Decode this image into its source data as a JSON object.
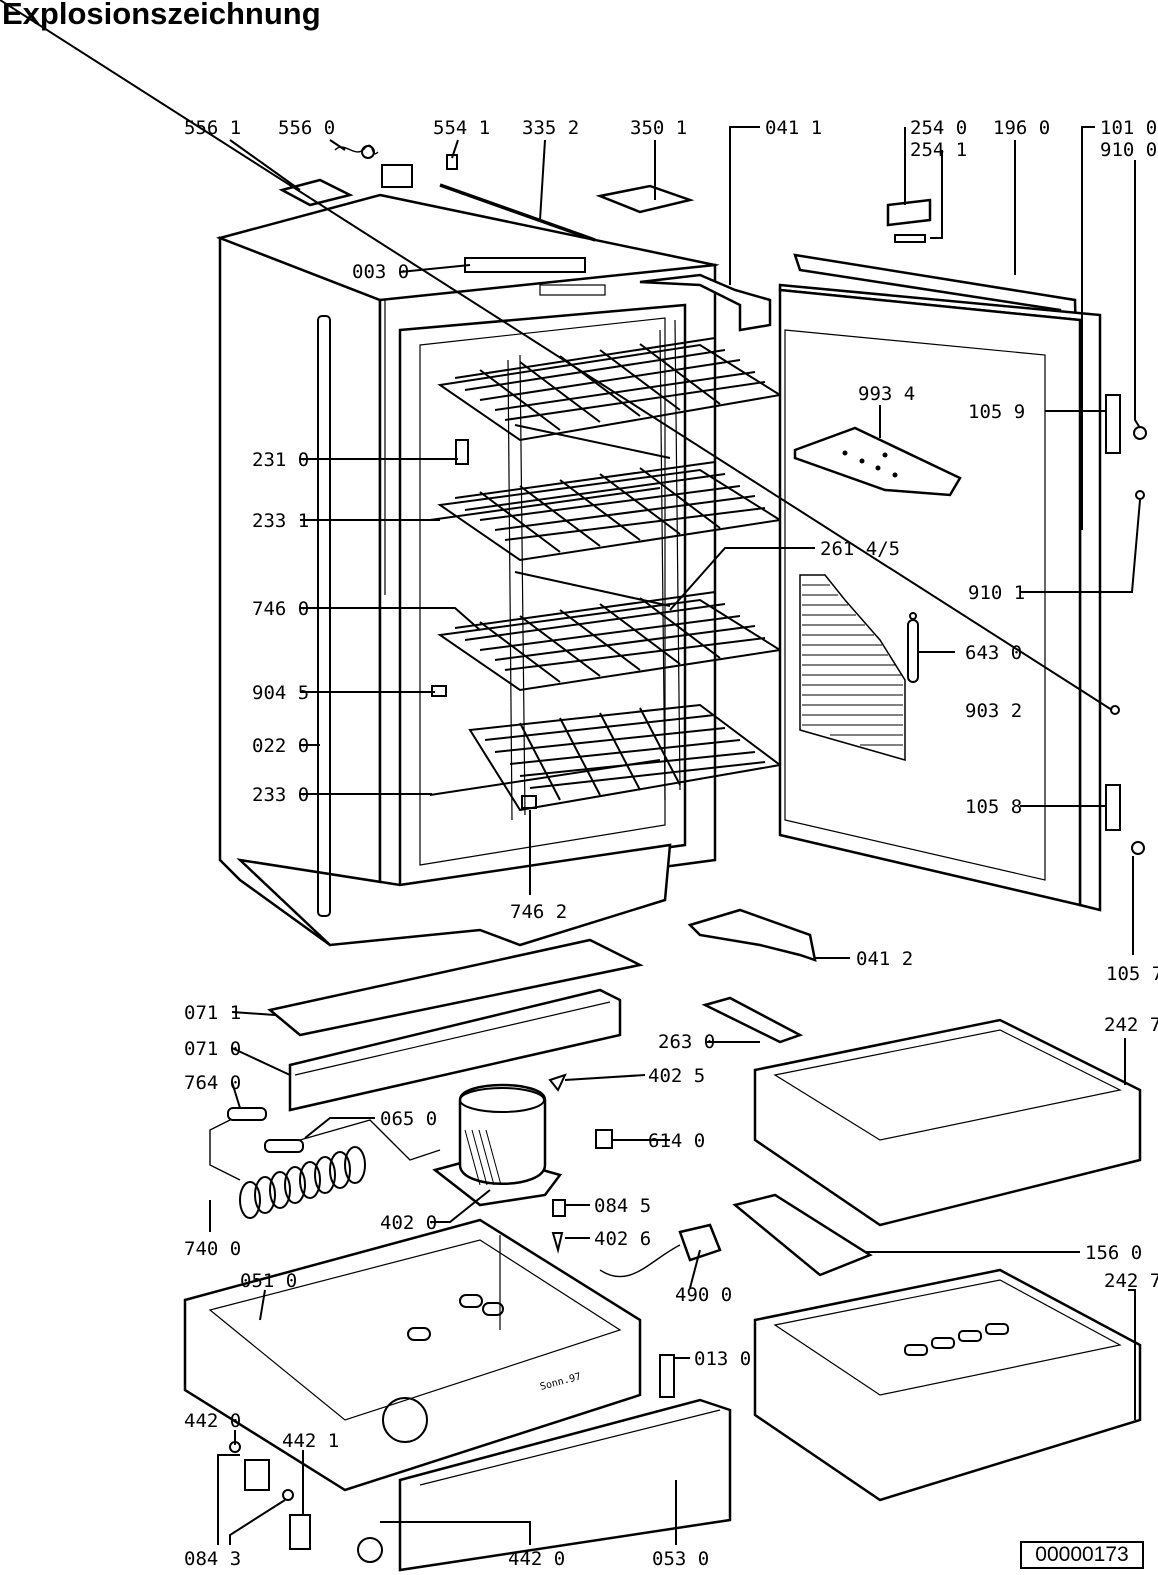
{
  "title": "Explosionszeichnung",
  "document_number": "00000173",
  "signature": "Sonn.97",
  "parts": {
    "p5561": "556 1",
    "p5560": "556 0",
    "p5541": "554 1",
    "p3352": "335 2",
    "p3501": "350 1",
    "p0411": "041 1",
    "p2540": "254 0",
    "p2541": "254 1",
    "p1960": "196 0",
    "p1010": "101 0",
    "p9100": "910 0",
    "p0030": "003 0",
    "p9934": "993 4",
    "p1059": "105 9",
    "p2310": "231 0",
    "p2331": "233 1",
    "p2614": "261 4/5",
    "p9101": "910 1",
    "p7460": "746 0",
    "p6430": "643 0",
    "p9045": "904 5",
    "p9032": "903 2",
    "p0220": "022 0",
    "p2330": "233 0",
    "p1058": "105 8",
    "p7462": "746 2",
    "p0412": "041 2",
    "p1057": "105 7",
    "p0711": "071 1",
    "p2630": "263 0",
    "p2427a": "242 7",
    "p0710": "071 0",
    "p4025": "402 5",
    "p7640": "764 0",
    "p0650": "065 0",
    "p6140": "614 0",
    "p0845": "084 5",
    "p4020": "402 0",
    "p4026": "402 6",
    "p7400": "740 0",
    "p1560": "156 0",
    "p0510": "051 0",
    "p4900": "490 0",
    "p2427b": "242 7",
    "p0130": "013 0",
    "p4420a": "442 0",
    "p4421": "442 1",
    "p0843": "084 3",
    "p4420b": "442 0",
    "p0530": "053 0"
  }
}
